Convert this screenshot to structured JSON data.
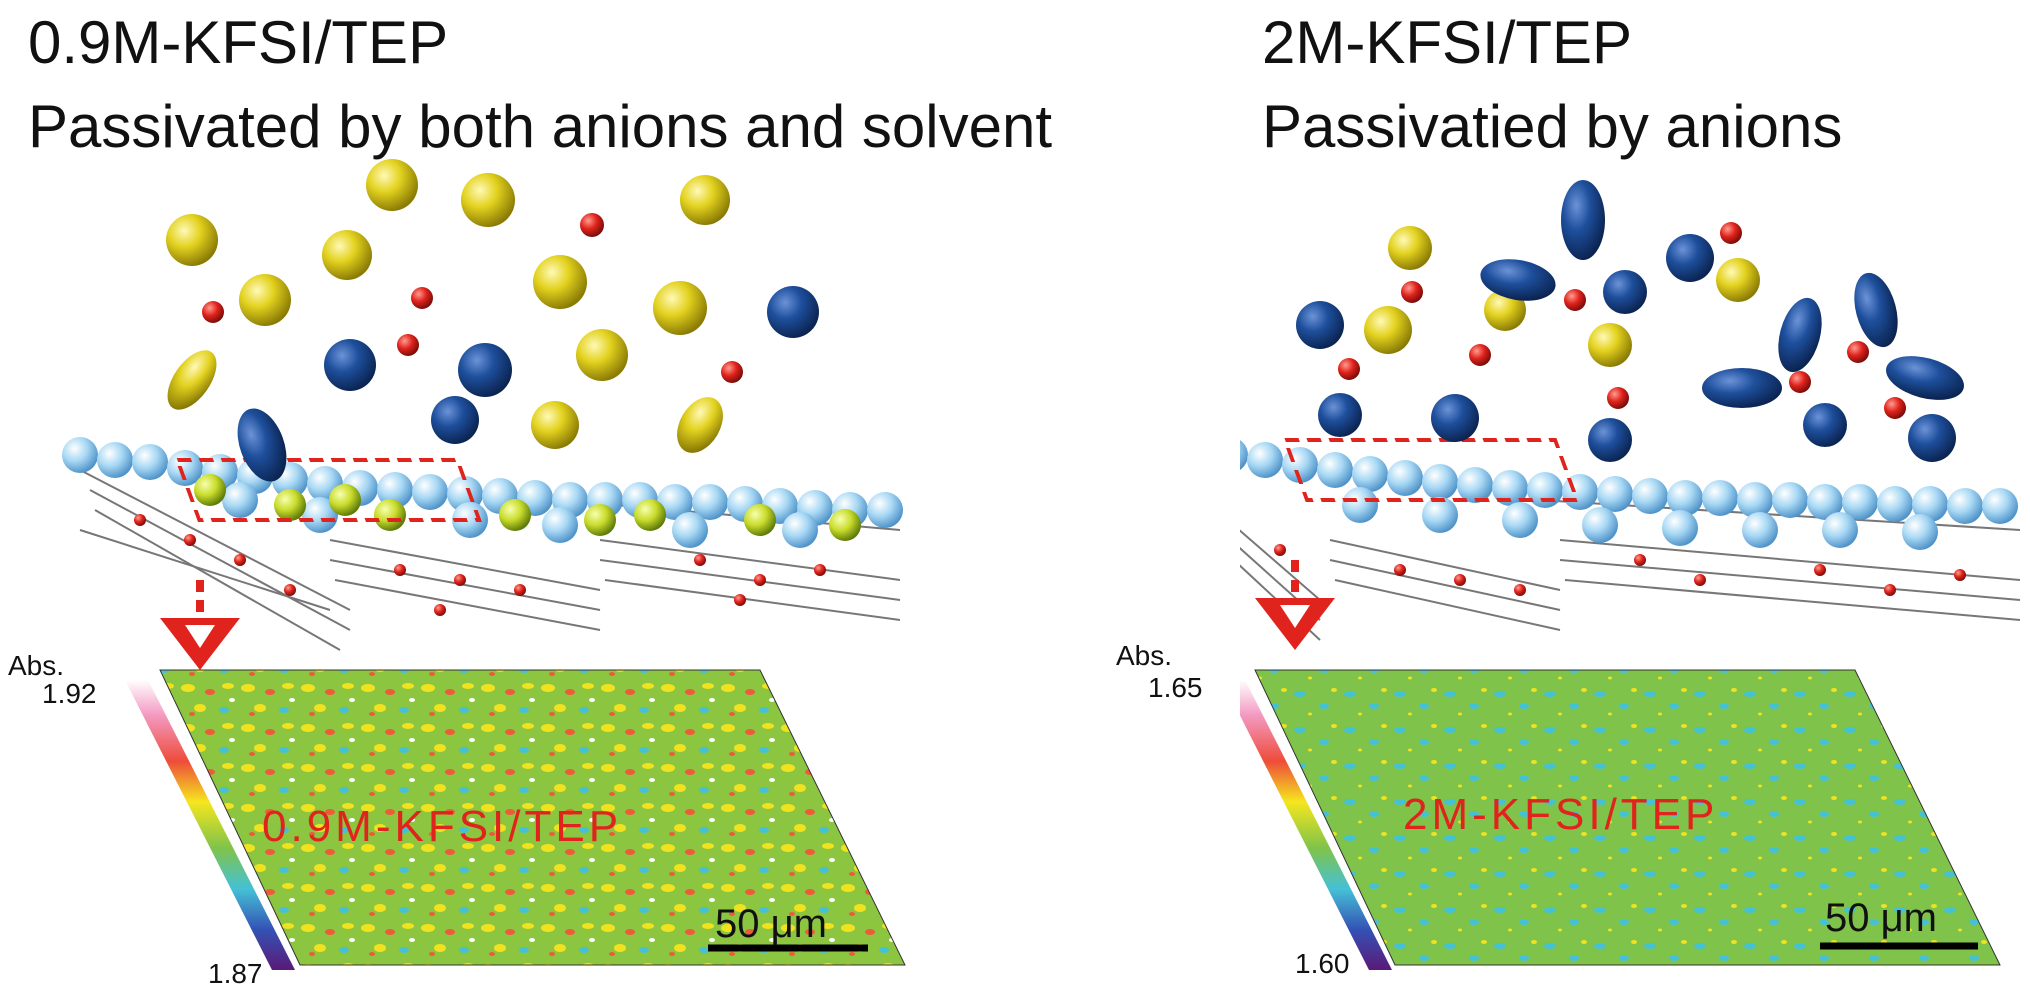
{
  "panels": [
    {
      "title": "0.9M-KFSI/TEP",
      "subtitle": "Passivated by both anions and solvent",
      "colorbar": {
        "label": "Abs.",
        "max": "1.92",
        "min": "1.87"
      },
      "map_label": "0.9M-KFSI/TEP",
      "scale_bar": "50 μm"
    },
    {
      "title": "2M-KFSI/TEP",
      "subtitle": "Passivatied by anions",
      "colorbar": {
        "label": "Abs.",
        "max": "1.65",
        "min": "1.60"
      },
      "map_label": "2M-KFSI/TEP",
      "scale_bar": "50 μm"
    }
  ],
  "colors": {
    "solvent": "#e3d21f",
    "anion": "#1e4f9c",
    "cation": "#e0231c",
    "surface": "#a8d8f4",
    "arrow": "#e0231c",
    "map_base": "#7fc34a"
  }
}
